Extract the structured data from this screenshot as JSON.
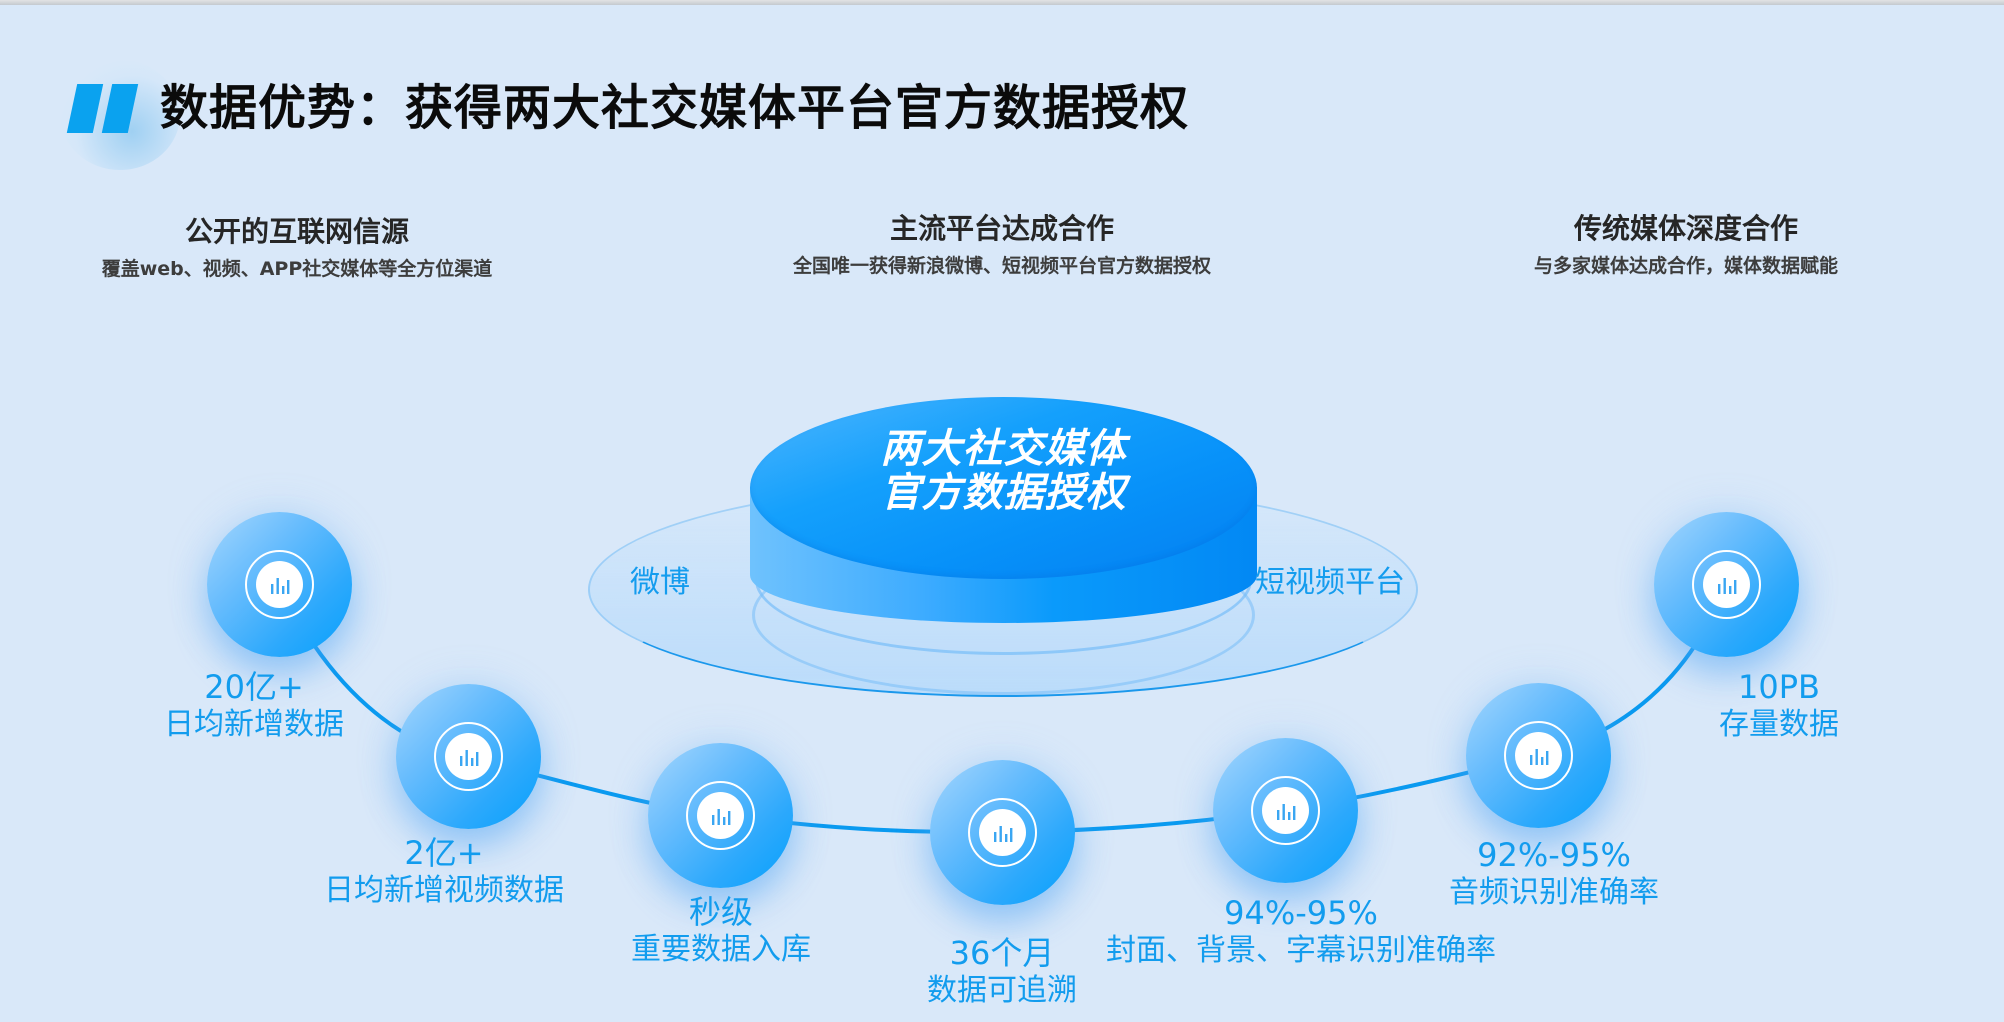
{
  "title": {
    "text": "数据优势：获得两大社交媒体平台官方数据授权",
    "accent_color": "#0aa2ef"
  },
  "features": [
    {
      "heading": "公开的互联网信源",
      "subtitle": "覆盖web、视频、APP社交媒体等全方位渠道"
    },
    {
      "heading": "主流平台达成合作",
      "subtitle": "全国唯一获得新浪微博、短视频平台官方数据授权"
    },
    {
      "heading": "传统媒体深度合作",
      "subtitle": "与多家媒体达成合作，媒体数据赋能"
    }
  ],
  "center": {
    "line1": "两大社交媒体",
    "line2": "官方数据授权",
    "left_platform": "微博",
    "right_platform": "短视频平台",
    "disc_color": "#0a9afb"
  },
  "stats": [
    {
      "value": "20亿+",
      "desc": "日均新增数据",
      "icon": "bar-chart-icon"
    },
    {
      "value": "2亿+",
      "desc": "日均新增视频数据",
      "icon": "bar-chart-icon"
    },
    {
      "value": "秒级",
      "desc": "重要数据入库",
      "icon": "bar-chart-icon"
    },
    {
      "value": "36个月",
      "desc": "数据可追溯",
      "icon": "bar-chart-icon"
    },
    {
      "value": "94%-95%",
      "desc": "封面、背景、字幕识别准确率",
      "icon": "bar-chart-icon"
    },
    {
      "value": "92%-95%",
      "desc": "音频识别准确率",
      "icon": "bar-chart-icon"
    },
    {
      "value": "10PB",
      "desc": "存量数据",
      "icon": "bar-chart-icon"
    }
  ],
  "colors": {
    "background": "#d9e8f9",
    "stat_text": "#129cee",
    "connector": "#0a9af0"
  }
}
